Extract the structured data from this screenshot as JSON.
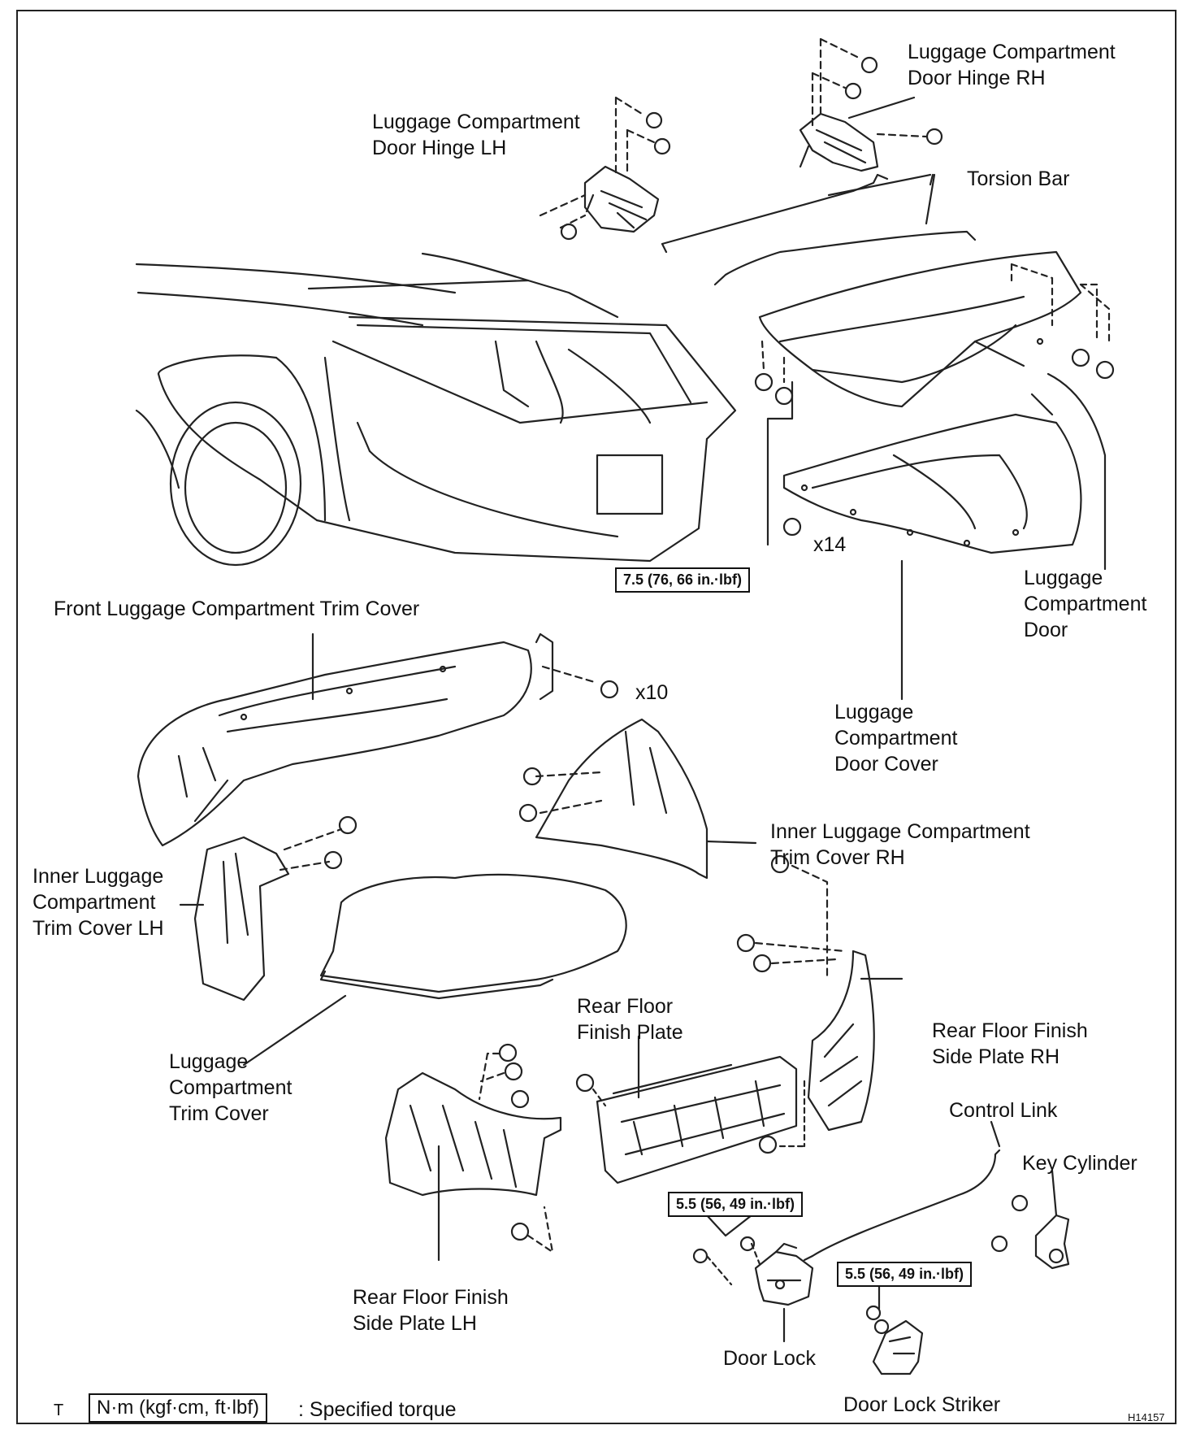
{
  "labels": {
    "hinge_rh": "Luggage Compartment\nDoor Hinge RH",
    "hinge_lh": "Luggage Compartment\nDoor Hinge LH",
    "torsion_bar": "Torsion Bar",
    "front_trim": "Front Luggage Compartment Trim Cover",
    "door": "Luggage\nCompartment\nDoor",
    "door_cover": "Luggage\nCompartment\nDoor Cover",
    "inner_rh": "Inner Luggage Compartment\nTrim Cover RH",
    "inner_lh": "Inner Luggage\nCompartment\nTrim Cover LH",
    "trim_cover": "Luggage\nCompartment\nTrim Cover",
    "rear_plate": "Rear Floor\nFinish Plate",
    "side_rh": "Rear Floor Finish\nSide Plate RH",
    "side_lh": "Rear Floor Finish\nSide Plate LH",
    "control_link": "Control Link",
    "key_cylinder": "Key Cylinder",
    "door_lock": "Door Lock",
    "striker": "Door Lock Striker"
  },
  "torques": {
    "door_bolts": "7.5 (76, 66 in.·lbf)",
    "lock_bolts": "5.5 (56, 49 in.·lbf)",
    "striker_bolts": "5.5 (56, 49 in.·lbf)"
  },
  "quantities": {
    "door_cover_clips": "x14",
    "front_trim_clips": "x10"
  },
  "legend": {
    "symbol": "T",
    "unit_box": "N·m (kgf·cm, ft·lbf)",
    "text": ": Specified torque"
  },
  "figure_id": "H14157"
}
